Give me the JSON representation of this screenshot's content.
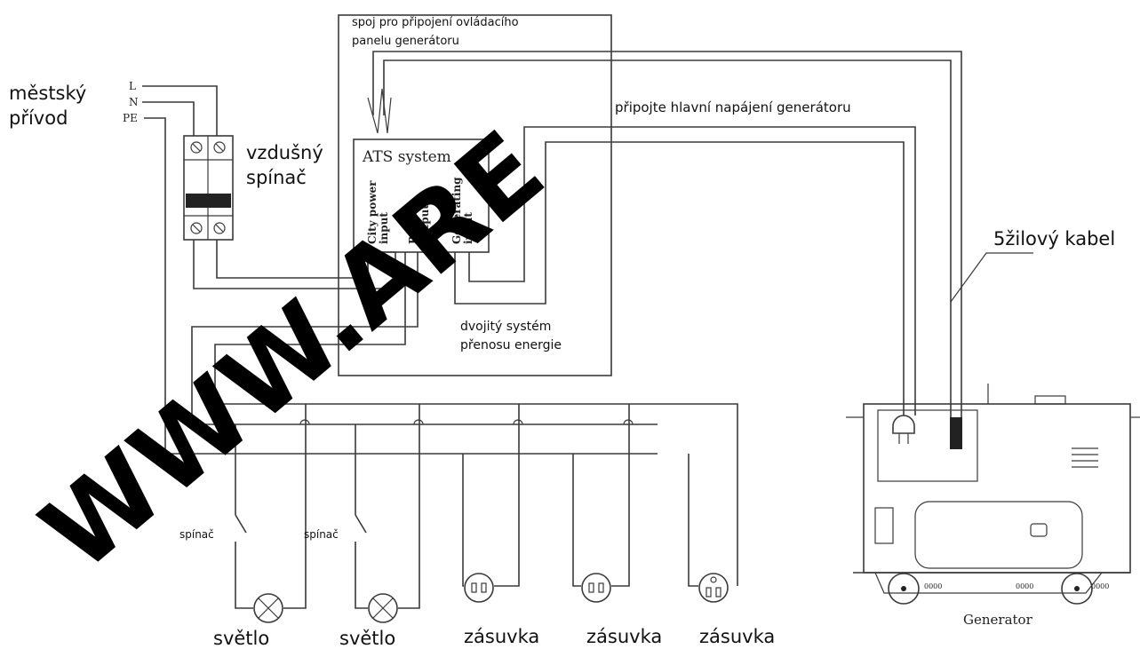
{
  "labels": {
    "city_supply_line1": "městský",
    "city_supply_line2": "přívod",
    "phase_L": "L",
    "phase_N": "N",
    "phase_PE": "PE",
    "air_switch_line1": "vzdušný",
    "air_switch_line2": "spínač",
    "control_panel_line1": "spoj pro připojení ovládacího",
    "control_panel_line2": "panelu generátoru",
    "generator_main_power": "připojte hlavní napájení generátoru",
    "five_core_cable": "5žilový kabel",
    "dual_system_line1": "dvojitý systém",
    "dual_system_line2": "přenosu energie",
    "ats_title": "ATS system",
    "ats_city_line1": "City power",
    "ats_city_line2": "input",
    "ats_power_line1": "Power",
    "ats_power_line2": "output",
    "ats_gen_line1": "Generating",
    "ats_gen_line2": "input",
    "switch_1": "spínač",
    "switch_2": "spínač",
    "light_1": "světlo",
    "light_2": "světlo",
    "socket_1": "zásuvka",
    "socket_2": "zásuvka",
    "socket_3": "zásuvka",
    "generator": "Generator",
    "generator_plate_1": "0000",
    "generator_plate_2": "0000",
    "generator_plate_3": "0000"
  },
  "watermark": "WWW.ARE",
  "colors": {
    "wire": "#3a3a3a",
    "text": "#111111",
    "watermark": "#000000"
  }
}
